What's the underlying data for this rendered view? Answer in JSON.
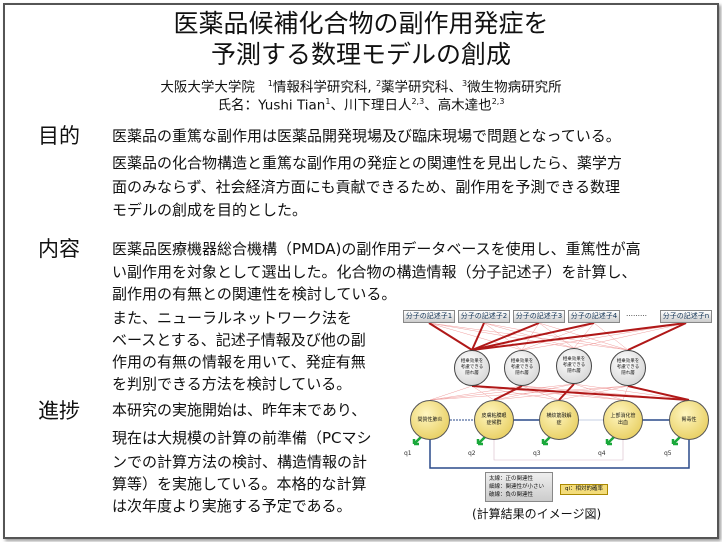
{
  "title": {
    "line1": "医薬品候補化合物の副作用発症を",
    "line2": "予測する数理モデルの創成"
  },
  "affiliation": {
    "univ": "大阪大学大学院",
    "dept1": "情報科学研究科,",
    "dept2": "薬学研究科、",
    "dept3": "微生物病研究所",
    "sup1": "1",
    "sup2": "2",
    "sup3": "3"
  },
  "authors": {
    "label": "氏名：",
    "a1": "Yushi Tian",
    "a1sup": "1",
    "sep": "、",
    "a2": "川下理日人",
    "a2sup": "2,3",
    "a3": "高木達也",
    "a3sup": "2,3"
  },
  "sections": {
    "purpose": {
      "heading": "目的",
      "p1": "医薬品の重篤な副作用は医薬品開発現場及び臨床現場で問題となっている。",
      "p2": "医薬品の化合物構造と重篤な副作用の発症との関連性を見出したら、薬学方",
      "p3": "面のみならず、社会経済方面にも貢献できるため、副作用を予測できる数理",
      "p4": "モデルの創成を目的とした。"
    },
    "content": {
      "heading": "内容",
      "p1": "医薬品医療機器総合機構（PMDA)の副作用データベースを使用し、重篤性が高",
      "p2": "い副作用を対象として選出した。化合物の構造情報（分子記述子）を計算し、",
      "p3": "副作用の有無との関連性を検討している。",
      "p4": "また、ニューラルネットワーク法を",
      "p5": "ベースとする、記述子情報及び他の副",
      "p6": "作用の有無の情報を用いて、発症有無",
      "p7": "を判別できる方法を検討している。"
    },
    "progress": {
      "heading": "進捗",
      "p1": "本研究の実施開始は、昨年末であり、",
      "p2": "現在は大規模の計算の前準備（PCマシ",
      "p3": "ンでの計算方法の検討、構造情報の計",
      "p4": "算等）を実施している。本格的な計算",
      "p5": "は次年度より実施する予定である。"
    }
  },
  "diagram": {
    "descriptors": [
      "分子の記述子1",
      "分子の記述子2",
      "分子の記述子3",
      "分子の記述子4",
      "分子の記述子n"
    ],
    "ellipsis": "………",
    "hidden": [
      "相乗効果を考慮できる隠れ層",
      "相乗効果を考慮できる隠れ層",
      "相乗効果を考慮できる隠れ層",
      "相乗効果を考慮できる隠れ層"
    ],
    "outputs": [
      "間質性肺炎",
      "皮膚粘膜眼症候群",
      "横紋筋融解症",
      "上部消化管出血",
      "腎毒性"
    ],
    "q": [
      "q1",
      "q2",
      "q3",
      "q4",
      "q5"
    ],
    "legend": [
      "太線：正の関連性",
      "細線：関連性が小さい",
      "破線：負の関連性"
    ],
    "q_legend": "qi：相対的確率",
    "caption": "(計算結果のイメージ図)"
  }
}
